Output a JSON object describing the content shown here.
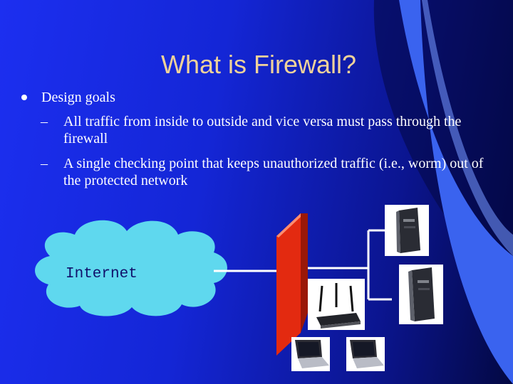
{
  "slide": {
    "title": "What is Firewall?",
    "bullet": "Design goals",
    "subbullets": [
      {
        "dash": "–",
        "text": "All traffic from inside to outside  and vice versa must pass through the firewall"
      },
      {
        "dash": "–",
        "text": "A single checking point that keeps unauthorized traffic (i.e., worm) out of the protected network"
      }
    ]
  },
  "diagram": {
    "cloud_label": "Internet",
    "icons": [
      "cloud-icon",
      "firewall-icon",
      "server-icon",
      "router-icon",
      "laptop-icon"
    ]
  },
  "colors": {
    "background": "#1c2ff0",
    "title": "#f0d29a",
    "swoosh": "#3a63ef",
    "cloud": "#5fd8ee",
    "firewall": "#e32a10"
  }
}
